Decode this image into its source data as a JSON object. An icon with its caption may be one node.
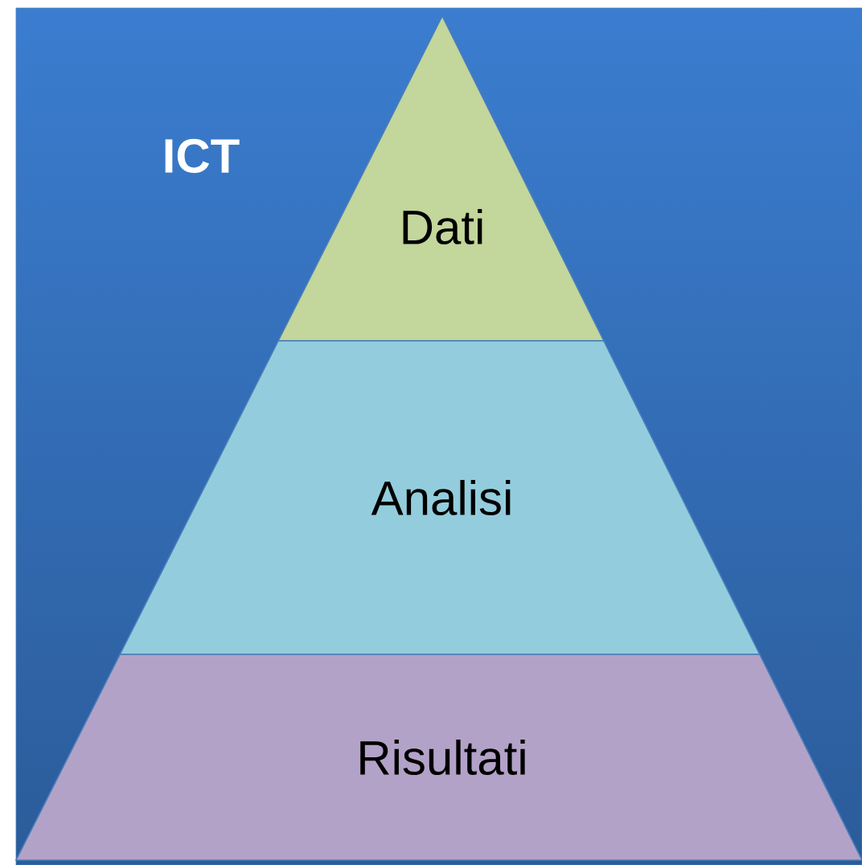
{
  "diagram": {
    "nodes": [
      {
        "text": [
          "ICT"
        ]
      },
      {
        "text": [
          "Dati"
        ],
        "in": 0
      },
      {
        "text": [
          "Analisi"
        ],
        "in": 0
      },
      {
        "text": [
          "Risultati"
        ],
        "in": 0
      }
    ]
  }
}
